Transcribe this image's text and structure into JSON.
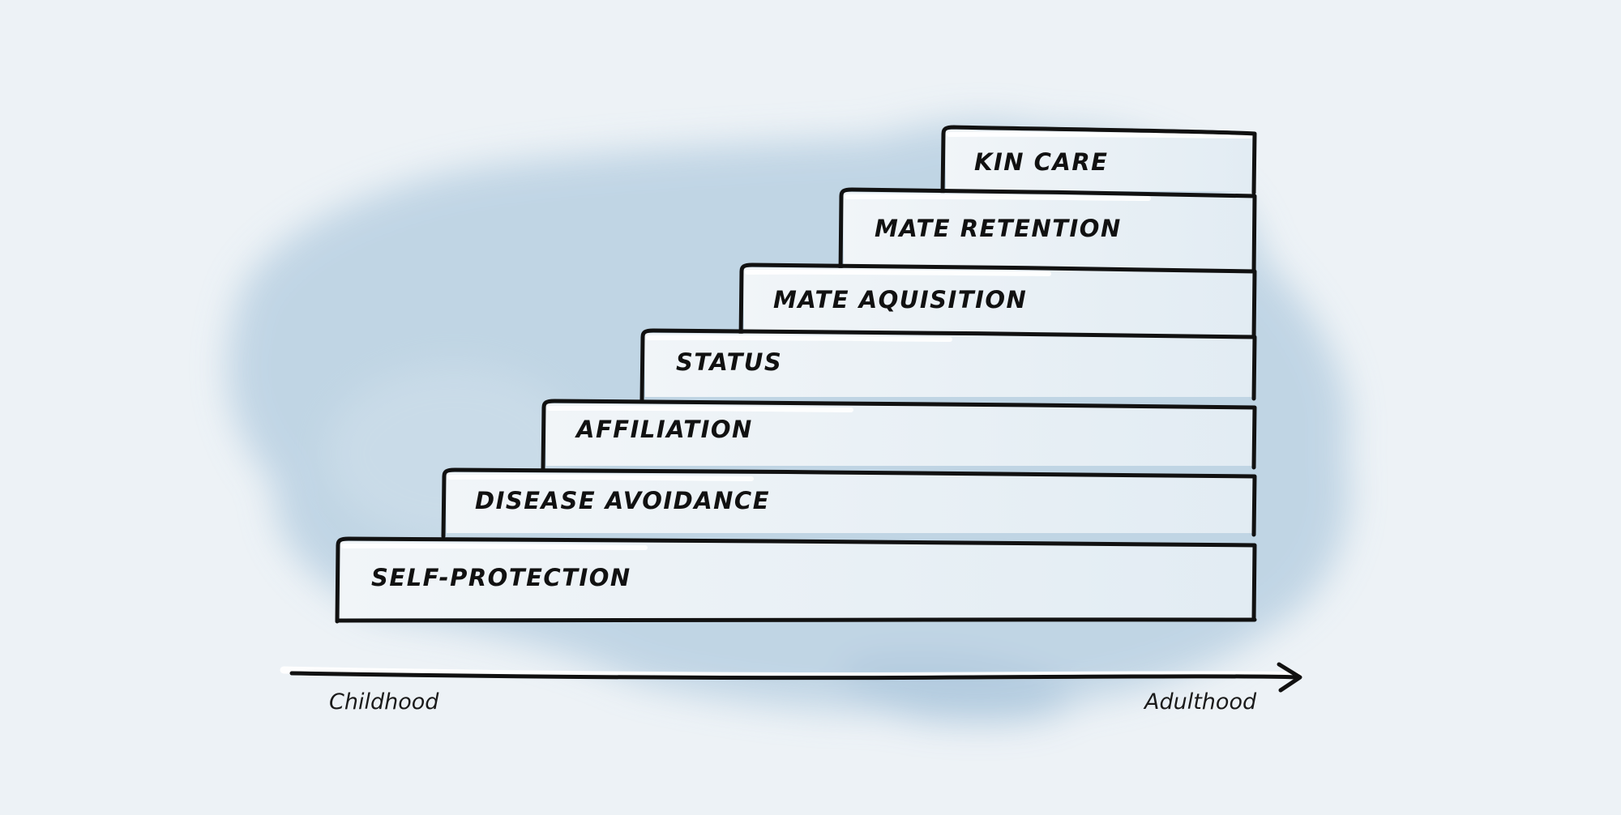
{
  "diagram": {
    "steps": [
      {
        "label": "SELF-PROTECTION"
      },
      {
        "label": "DISEASE AVOIDANCE"
      },
      {
        "label": "AFFILIATION"
      },
      {
        "label": "STATUS"
      },
      {
        "label": "MATE AQUISITION"
      },
      {
        "label": "MATE RETENTION"
      },
      {
        "label": "KIN CARE"
      }
    ],
    "axis": {
      "start_label": "Childhood",
      "end_label": "Adulthood"
    }
  },
  "colors": {
    "background": "#edf2f6",
    "wash": "#b4cde0",
    "step_fill": "#eaf1f6",
    "ink": "#111111"
  }
}
